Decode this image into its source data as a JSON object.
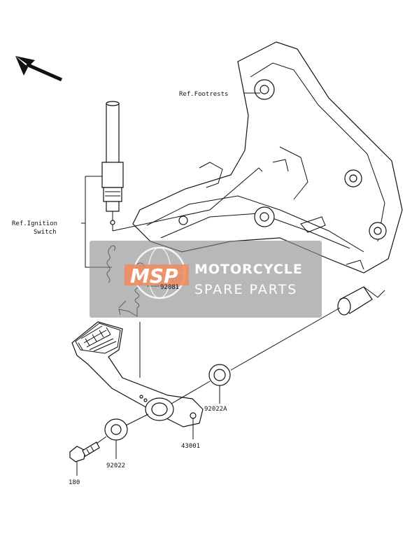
{
  "labels": {
    "ref_footrests": "Ref.Footrests",
    "ref_ignition_1": "Ref.Ignition",
    "ref_ignition_2": "Switch",
    "p92081": "92081",
    "p92022a": "92022A",
    "p43001": "43001",
    "p92022": "92022",
    "p180": "180"
  },
  "watermark": {
    "logo": "MSP",
    "line1": "MOTORCYCLE",
    "line2": "SPARE PARTS"
  },
  "colors": {
    "watermark_bg": "#8c8c8c",
    "watermark_logo": "#f08a5d",
    "line": "#111111"
  }
}
